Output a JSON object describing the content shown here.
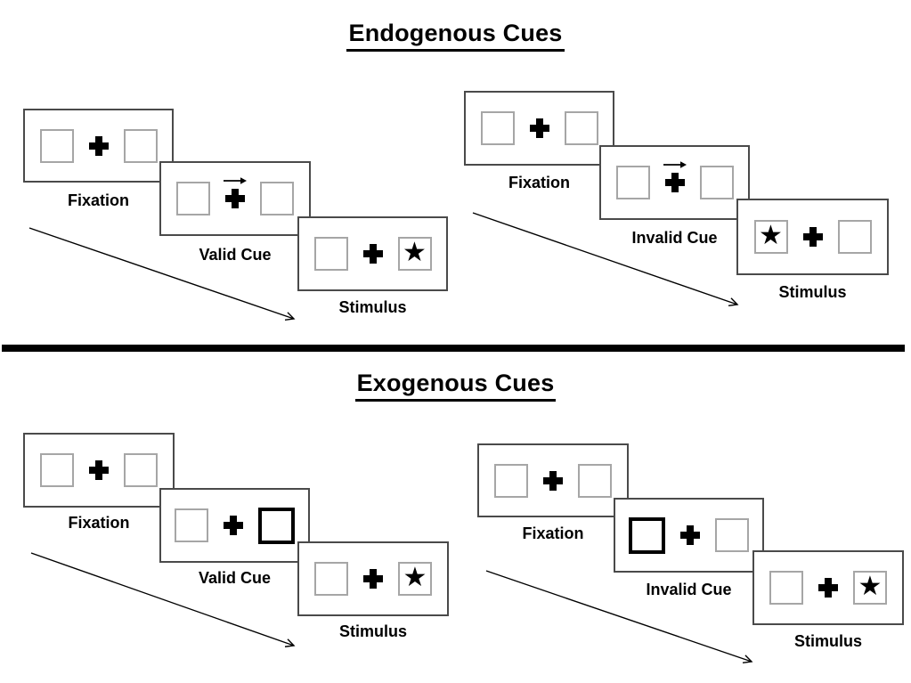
{
  "glyphs": {
    "star": "★"
  },
  "colors": {
    "background": "#ffffff",
    "panel_border": "#4a4a4a",
    "placeholder_box_border": "#a6a6a6",
    "cue_box_border": "#000000",
    "ink": "#000000"
  },
  "endogenous": {
    "title": "Endogenous Cues",
    "valid": {
      "fixation_label": "Fixation",
      "cue_label": "Valid Cue",
      "stimulus_label": "Stimulus",
      "cue_type": "central-arrow-right",
      "stimulus_star_side": "right"
    },
    "invalid": {
      "fixation_label": "Fixation",
      "cue_label": "Invalid Cue",
      "stimulus_label": "Stimulus",
      "cue_type": "central-arrow-right",
      "stimulus_star_side": "left"
    }
  },
  "exogenous": {
    "title": "Exogenous Cues",
    "valid": {
      "fixation_label": "Fixation",
      "cue_label": "Valid Cue",
      "stimulus_label": "Stimulus",
      "cue_type": "bold-box-right",
      "stimulus_star_side": "right"
    },
    "invalid": {
      "fixation_label": "Fixation",
      "cue_label": "Invalid Cue",
      "stimulus_label": "Stimulus",
      "cue_type": "bold-box-left",
      "stimulus_star_side": "right"
    }
  }
}
